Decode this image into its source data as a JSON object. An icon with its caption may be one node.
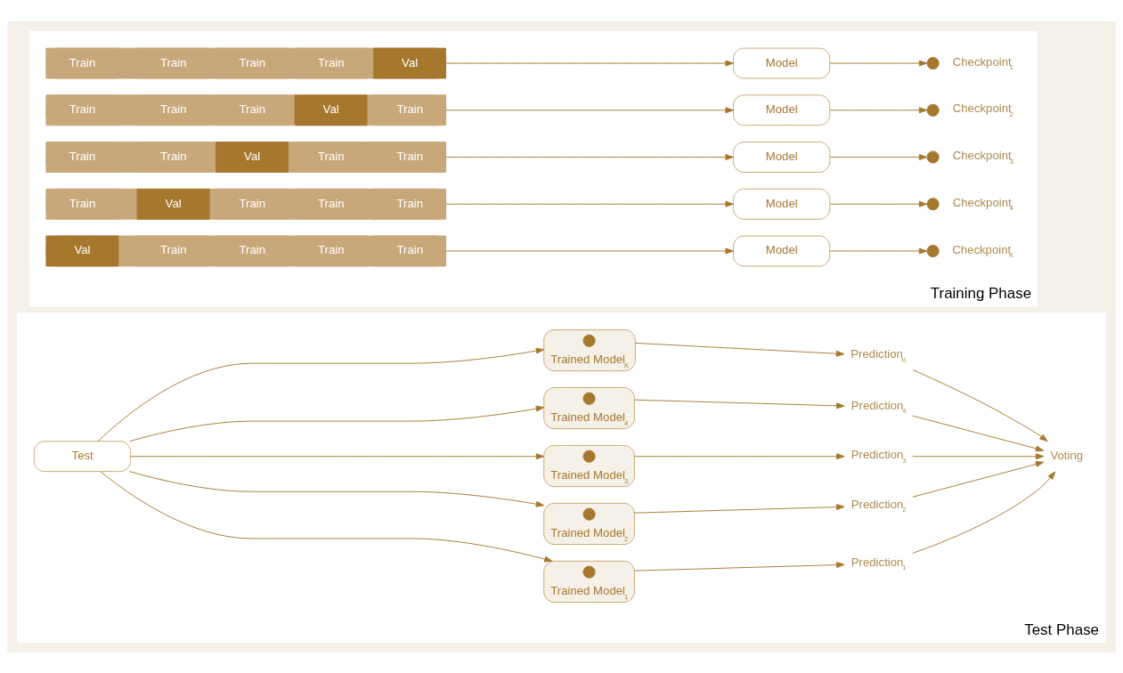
{
  "diagram": {
    "nodes": [
      {
        "text": [
          "Training Phase"
        ]
      },
      {
        "text": [],
        "shape": "bar",
        "in": 0
      },
      {
        "text": [
          "Train"
        ],
        "in": 1
      },
      {
        "text": [
          "Train"
        ],
        "in": 1
      },
      {
        "text": [
          "Train"
        ],
        "in": 1
      },
      {
        "text": [
          "Train"
        ],
        "in": 1
      },
      {
        "text": [
          "Val"
        ],
        "in": 1
      },
      {
        "text": [
          "Model"
        ],
        "in": 0
      },
      {
        "text": [],
        "shape": "circle",
        "in": 0,
        "beside": [
          "Checkpoint$_{1}$"
        ]
      },
      {
        "text": [],
        "shape": "bar",
        "in": 0
      },
      {
        "text": [
          "Train"
        ],
        "in": 9
      },
      {
        "text": [
          "Train"
        ],
        "in": 9
      },
      {
        "text": [
          "Train"
        ],
        "in": 9
      },
      {
        "text": [
          "Val"
        ],
        "in": 9
      },
      {
        "text": [
          "Train"
        ],
        "in": 9
      },
      {
        "text": [
          "Model"
        ],
        "in": 0
      },
      {
        "text": [],
        "shape": "circle",
        "in": 0,
        "beside": [
          "Checkpoint$_{2}$"
        ]
      },
      {
        "text": [],
        "shape": "bar",
        "in": 0
      },
      {
        "text": [
          "Train"
        ],
        "in": 17
      },
      {
        "text": [
          "Train"
        ],
        "in": 17
      },
      {
        "text": [
          "Val"
        ],
        "in": 17
      },
      {
        "text": [
          "Train"
        ],
        "in": 17
      },
      {
        "text": [
          "Train"
        ],
        "in": 17
      },
      {
        "text": [
          "Model"
        ],
        "in": 0
      },
      {
        "text": [],
        "shape": "circle",
        "in": 0,
        "beside": [
          "Checkpoint$_{3}$"
        ]
      },
      {
        "text": [],
        "shape": "bar",
        "in": 0
      },
      {
        "text": [
          "Train"
        ],
        "in": 25
      },
      {
        "text": [
          "Val"
        ],
        "in": 25
      },
      {
        "text": [
          "Train"
        ],
        "in": 25
      },
      {
        "text": [
          "Train"
        ],
        "in": 25
      },
      {
        "text": [
          "Train"
        ],
        "in": 25
      },
      {
        "text": [
          "Model"
        ],
        "in": 0
      },
      {
        "text": [],
        "shape": "circle",
        "in": 0,
        "beside": [
          "Checkpoint$_{4}$"
        ]
      },
      {
        "text": [],
        "shape": "bar",
        "in": 0
      },
      {
        "text": [
          "Val"
        ],
        "in": 33
      },
      {
        "text": [
          "Train"
        ],
        "in": 33
      },
      {
        "text": [
          "Train"
        ],
        "in": 33
      },
      {
        "text": [
          "Train"
        ],
        "in": 33
      },
      {
        "text": [
          "Train"
        ],
        "in": 33
      },
      {
        "text": [
          "Model"
        ],
        "in": 0
      },
      {
        "text": [],
        "shape": "circle",
        "in": 0,
        "beside": [
          "Checkpoint$_{K}$"
        ]
      },
      {
        "text": [
          "Test Phase"
        ]
      },
      {
        "text": [
          "Test"
        ],
        "in": 41
      },
      {
        "text": [
          "Trained Model$_{1}$"
        ],
        "in": 41
      },
      {
        "text": [],
        "shape": "circle",
        "in": 43
      },
      {
        "text": [
          "Prediction$_{1}$"
        ],
        "in": 41
      },
      {
        "text": [
          "Trained Model$_{2}$"
        ],
        "in": 41
      },
      {
        "text": [],
        "shape": "circle",
        "in": 46
      },
      {
        "text": [
          "Prediction$_{2}$"
        ],
        "in": 41
      },
      {
        "text": [
          "Trained Model$_{3}$"
        ],
        "in": 41
      },
      {
        "text": [],
        "shape": "circle",
        "in": 49
      },
      {
        "text": [
          "Prediction$_{3}$"
        ],
        "in": 41
      },
      {
        "text": [
          "Trained Model$_{4}$"
        ],
        "in": 41
      },
      {
        "text": [],
        "shape": "circle",
        "in": 52
      },
      {
        "text": [
          "Prediction$_{4}$"
        ],
        "in": 41
      },
      {
        "text": [
          "Trained Model$_{K}$"
        ],
        "in": 41
      },
      {
        "text": [],
        "shape": "circle",
        "in": 55
      },
      {
        "text": [
          "Prediction$_{K}$"
        ],
        "in": 41
      },
      {
        "text": [
          "Voting"
        ],
        "in": 41
      }
    ],
    "edges": [
      {
        "from": 1,
        "to": 7,
        "arrow": "to"
      },
      {
        "from": 7,
        "to": 8,
        "arrow": "to"
      },
      {
        "from": 9,
        "to": 15,
        "arrow": "to"
      },
      {
        "from": 15,
        "to": 16,
        "arrow": "to"
      },
      {
        "from": 17,
        "to": 23,
        "arrow": "to"
      },
      {
        "from": 23,
        "to": 24,
        "arrow": "to"
      },
      {
        "from": 25,
        "to": 31,
        "arrow": "to"
      },
      {
        "from": 31,
        "to": 32,
        "arrow": "to"
      },
      {
        "from": 33,
        "to": 39,
        "arrow": "to"
      },
      {
        "from": 39,
        "to": 40,
        "arrow": "to"
      },
      {
        "from": 42,
        "to": 43,
        "arrow": "to"
      },
      {
        "from": 42,
        "to": 46,
        "arrow": "to"
      },
      {
        "from": 42,
        "to": 49,
        "arrow": "to"
      },
      {
        "from": 42,
        "to": 52,
        "arrow": "to"
      },
      {
        "from": 42,
        "to": 55,
        "arrow": "to"
      },
      {
        "from": 43,
        "to": 45,
        "arrow": "to"
      },
      {
        "from": 46,
        "to": 48,
        "arrow": "to"
      },
      {
        "from": 49,
        "to": 51,
        "arrow": "to"
      },
      {
        "from": 52,
        "to": 54,
        "arrow": "to"
      },
      {
        "from": 55,
        "to": 57,
        "arrow": "to"
      },
      {
        "from": 45,
        "to": 58,
        "arrow": "to"
      },
      {
        "from": 48,
        "to": 58,
        "arrow": "to"
      },
      {
        "from": 51,
        "to": 58,
        "arrow": "to"
      },
      {
        "from": 54,
        "to": 58,
        "arrow": "to"
      },
      {
        "from": 57,
        "to": 58,
        "arrow": "to"
      }
    ]
  }
}
